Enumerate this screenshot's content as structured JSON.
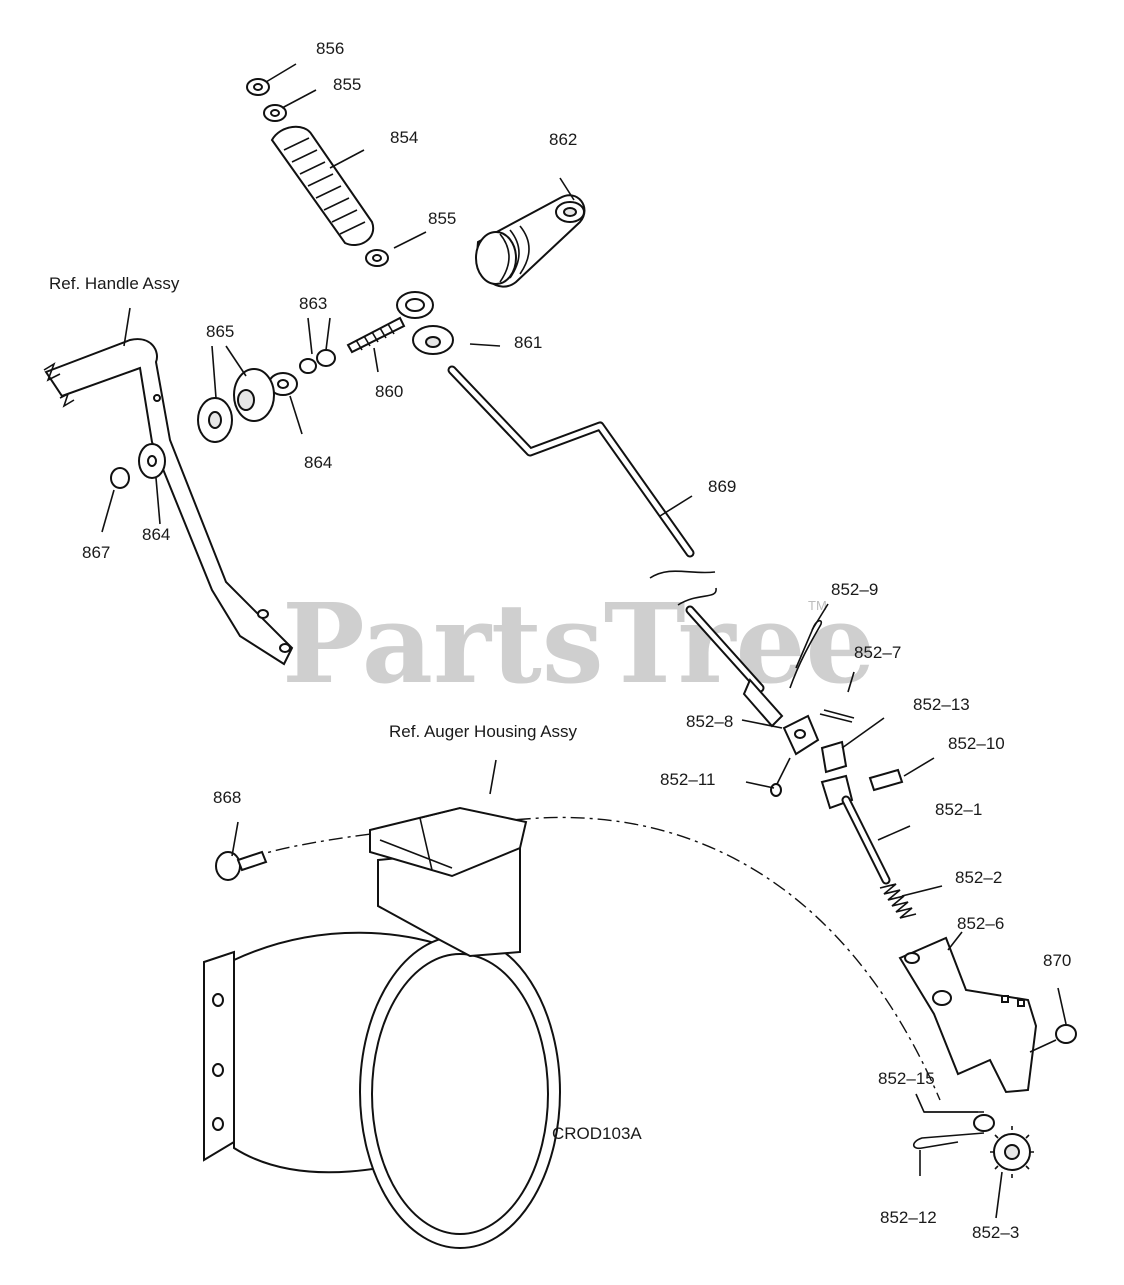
{
  "diagram": {
    "watermark": "PartsTree",
    "watermark_mark": "TM",
    "drawing_code": "CROD103A",
    "reference_labels": {
      "handle": "Ref. Handle Assy",
      "auger": "Ref. Auger Housing Assy"
    },
    "part_labels": {
      "p856": "856",
      "p855a": "855",
      "p854": "854",
      "p862": "862",
      "p855b": "855",
      "p863": "863",
      "p865": "865",
      "p861": "861",
      "p860": "860",
      "p864a": "864",
      "p869": "869",
      "p864b": "864",
      "p867": "867",
      "p852_9": "852–9",
      "p852_7": "852–7",
      "p852_8": "852–8",
      "p852_13": "852–13",
      "p852_10": "852–10",
      "p852_11": "852–11",
      "p868": "868",
      "p852_1": "852–1",
      "p852_2": "852–2",
      "p852_6": "852–6",
      "p870": "870",
      "p852_15": "852–15",
      "p852_12": "852–12",
      "p852_3": "852–3"
    }
  }
}
